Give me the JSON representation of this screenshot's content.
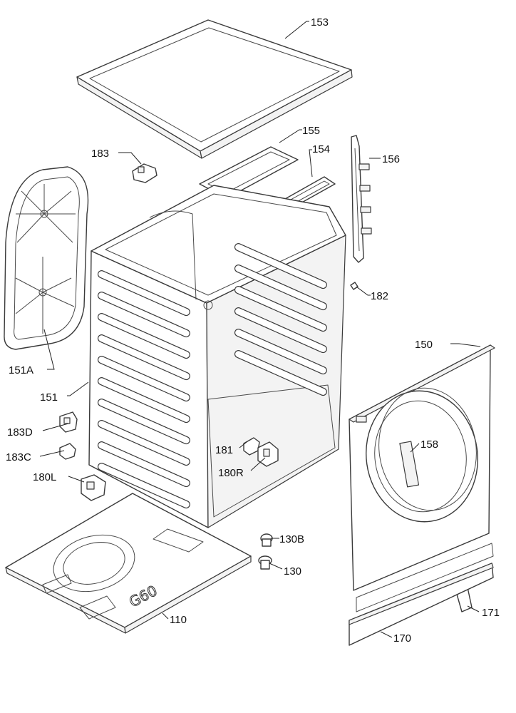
{
  "diagram": {
    "callouts": {
      "p153": "153",
      "p155": "155",
      "p154": "154",
      "p156": "156",
      "p183": "183",
      "p182": "182",
      "p151a": "151A",
      "p151": "151",
      "p150": "150",
      "p183d": "183D",
      "p183c": "183C",
      "p181": "181",
      "p158": "158",
      "p180r": "180R",
      "p180l": "180L",
      "p130b": "130B",
      "p130": "130",
      "p110": "110",
      "p171": "171",
      "p170": "170"
    },
    "base_marking": "G60"
  }
}
